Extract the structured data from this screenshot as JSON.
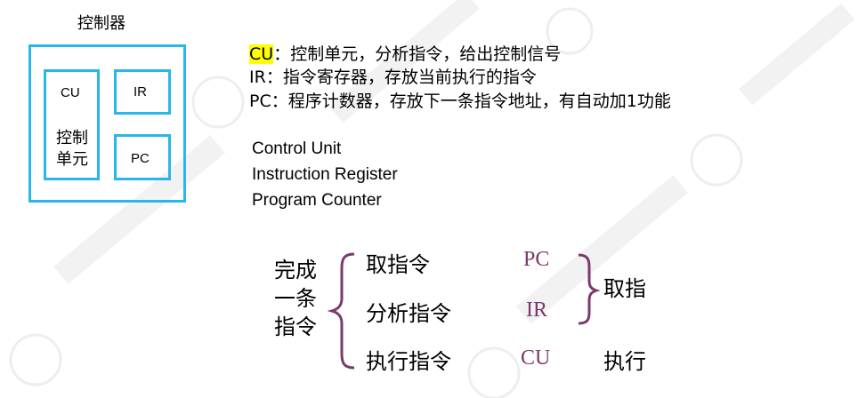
{
  "controller": {
    "title": "控制器",
    "cu_label": "CU",
    "ir_label": "IR",
    "pc_label": "PC",
    "cu_name_line1": "控制",
    "cu_name_line2": "单元",
    "border_color": "#29b6e8"
  },
  "descriptions": [
    {
      "abbr": "CU",
      "text": "：控制单元，分析指令，给出控制信号",
      "highlight": true
    },
    {
      "abbr": "IR",
      "text": "：指令寄存器，存放当前执行的指令",
      "highlight": false
    },
    {
      "abbr": "PC",
      "text": "：程序计数器，存放下一条指令地址，有自动加1功能",
      "highlight": false
    }
  ],
  "english_names": [
    "Control Unit",
    "Instruction Register",
    "Program Counter"
  ],
  "flow": {
    "complete_line1": "完成",
    "complete_line2": "一条",
    "complete_line3": "指令",
    "steps": [
      "取指令",
      "分析指令",
      "执行指令"
    ],
    "registers": [
      "PC",
      "IR",
      "CU"
    ],
    "fetch_label": "取指",
    "execute_label": "执行",
    "accent_color": "#7b3a6a"
  },
  "colors": {
    "highlight": "#ffff00",
    "watermark": "#f0f0f0"
  }
}
